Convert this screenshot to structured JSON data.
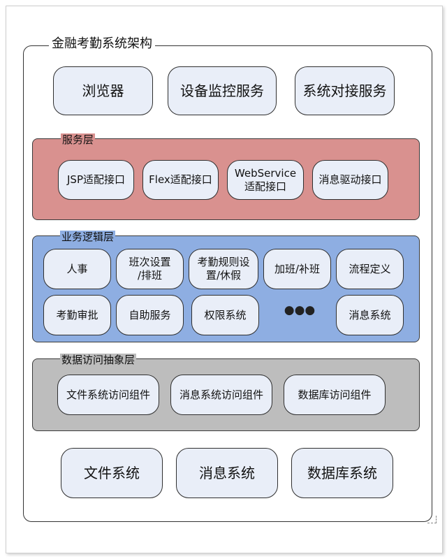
{
  "title": "金融考勤系统架构",
  "top_row": [
    "浏览器",
    "设备监控服务",
    "系统对接服务"
  ],
  "service_layer": {
    "title": "服务层",
    "items": [
      "JSP适配接口",
      "Flex适配接口",
      "WebService\n适配接口",
      "消息驱动接口"
    ]
  },
  "business_layer": {
    "title": "业务逻辑层",
    "row1": [
      "人事",
      "班次设置\n/排班",
      "考勤规则设\n置/休假",
      "加班/补班",
      "流程定义"
    ],
    "row2": [
      "考勤审批",
      "自助服务",
      "权限系统",
      "●●●",
      "消息系统"
    ]
  },
  "data_layer": {
    "title": "数据访问抽象层",
    "items": [
      "文件系统访问组件",
      "消息系统访问组件",
      "数据库访问组件"
    ]
  },
  "bottom_row": [
    "文件系统",
    "消息系统",
    "数据库系统"
  ],
  "colors": {
    "box_fill": "#e9eef8",
    "service_layer_fill": "#d9918f",
    "business_layer_fill": "#8eaee2",
    "data_layer_fill": "#bdbdbd"
  }
}
